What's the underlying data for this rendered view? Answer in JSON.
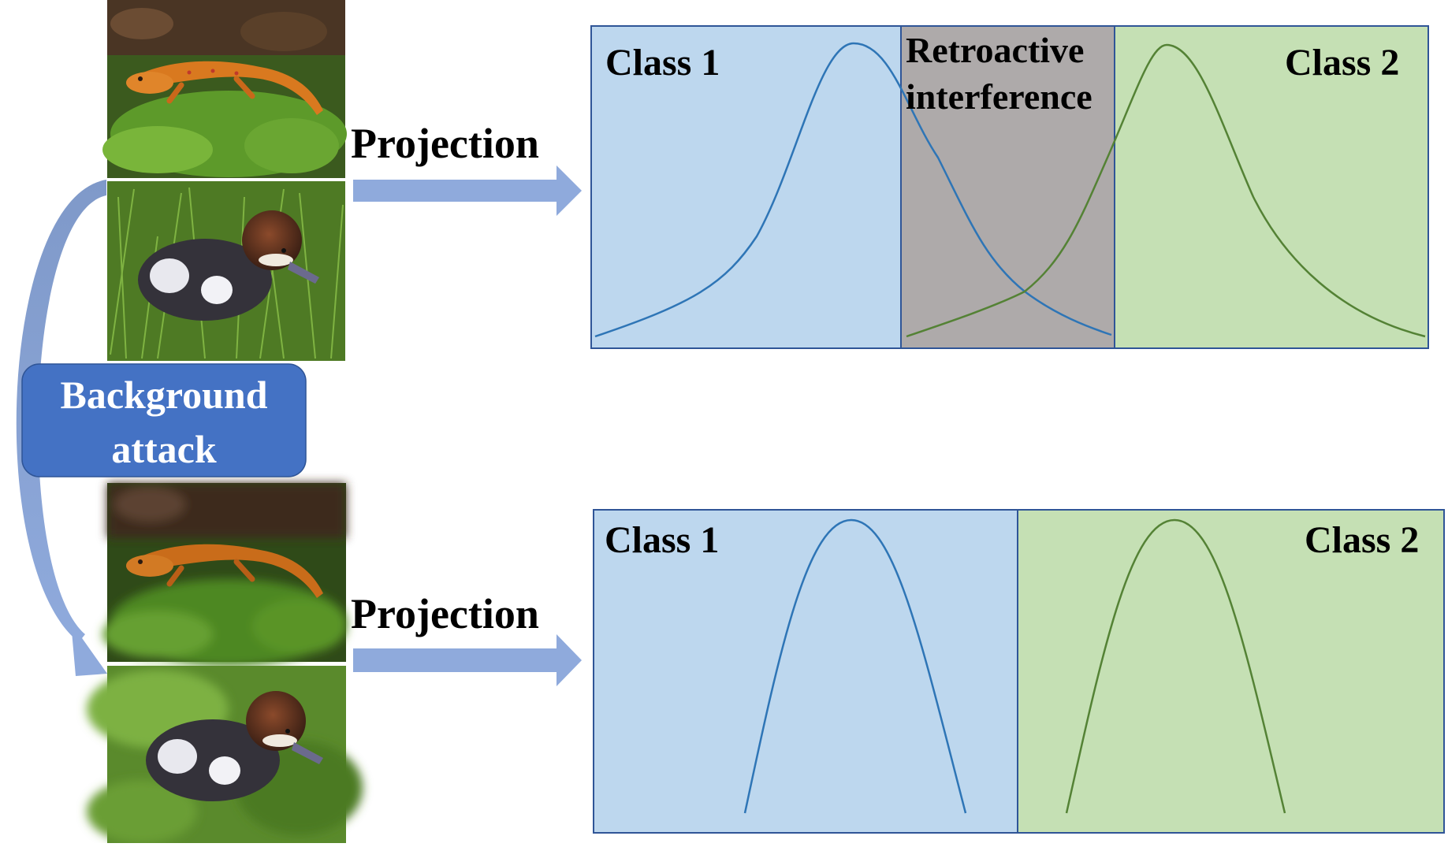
{
  "labels": {
    "projection_top": "Projection",
    "projection_bottom": "Projection",
    "background_attack_line1": "Background",
    "background_attack_line2": "attack"
  },
  "top_panel": {
    "class1": "Class 1",
    "class2": "Class 2",
    "overlap_line1": "Retroactive",
    "overlap_line2": "interference"
  },
  "bottom_panel": {
    "class1": "Class 1",
    "class2": "Class 2"
  },
  "images": {
    "original": [
      "newt",
      "duckling"
    ],
    "background_attacked": [
      "newt-blurred-background",
      "duckling-blurred-background"
    ]
  },
  "colors": {
    "class1_fill": "#bdd7ee",
    "class2_fill": "#c5e0b4",
    "overlap_fill": "#aeaaaa",
    "panel_border": "#2f5597",
    "class1_curve": "#2e75b6",
    "class2_curve": "#548235",
    "arrow": "#8faadc",
    "attack_box": "#4472c4"
  }
}
